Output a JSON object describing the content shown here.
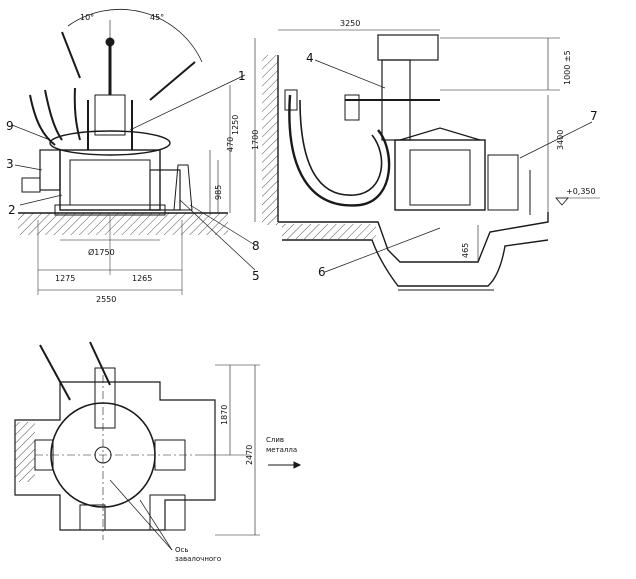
{
  "colors": {
    "ink": "#1a1a1a",
    "hatch": "#555555",
    "paper": "#ffffff"
  },
  "dimensions": {
    "angle_left": "10°",
    "angle_right": "45°",
    "height_470": "470",
    "height_1250": "1250",
    "height_985": "985",
    "dia_1750": "Ø1750",
    "width_1275": "1275",
    "width_1265": "1265",
    "width_2550": "2550",
    "width_3250": "3250",
    "height_1000": "1000 ±5",
    "height_3400": "3400",
    "height_1700": "1700",
    "level_plus": "+0,350",
    "depth_465": "465",
    "width_1870": "1870",
    "width_2470": "2470"
  },
  "leaders": [
    "1",
    "2",
    "3",
    "4",
    "5",
    "6",
    "7",
    "8",
    "9"
  ],
  "notes": {
    "flow_line1": "Слив",
    "flow_line2": "металла",
    "axis_line1": "Ось",
    "axis_line2": "завалочного"
  }
}
